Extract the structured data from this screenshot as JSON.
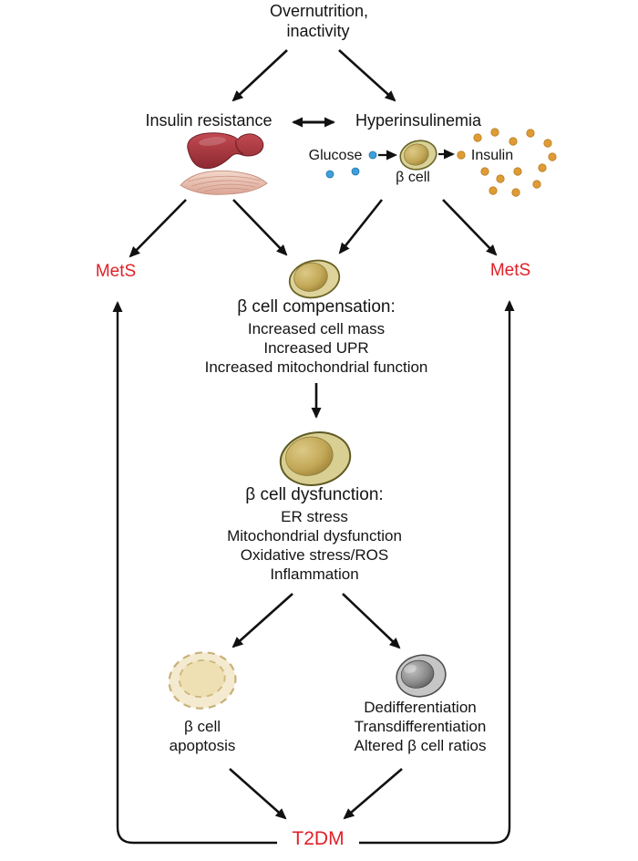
{
  "accent_red": "#e02128",
  "flow": {
    "overnutrition_line1": "Overnutrition,",
    "overnutrition_line2": "inactivity",
    "insulin_resistance": "Insulin resistance",
    "hyperinsulinemia": "Hyperinsulinemia",
    "glucose_label": "Glucose",
    "insulin_label": "Insulin",
    "beta_cell_label": "β cell",
    "mets_left": "MetS",
    "mets_right": "MetS",
    "compensation": {
      "title": "β cell compensation:",
      "items": [
        "Increased cell mass",
        "Increased UPR",
        "Increased mitochondrial function"
      ]
    },
    "dysfunction": {
      "title": "β cell dysfunction:",
      "items": [
        "ER stress",
        "Mitochondrial dysfunction",
        "Oxidative stress/ROS",
        "Inflammation"
      ]
    },
    "apoptosis_line1": "β cell",
    "apoptosis_line2": "apoptosis",
    "dedifferentiation_items": [
      "Dedifferentiation",
      "Transdifferentiation",
      "Altered β cell ratios"
    ],
    "t2dm": "T2DM"
  }
}
